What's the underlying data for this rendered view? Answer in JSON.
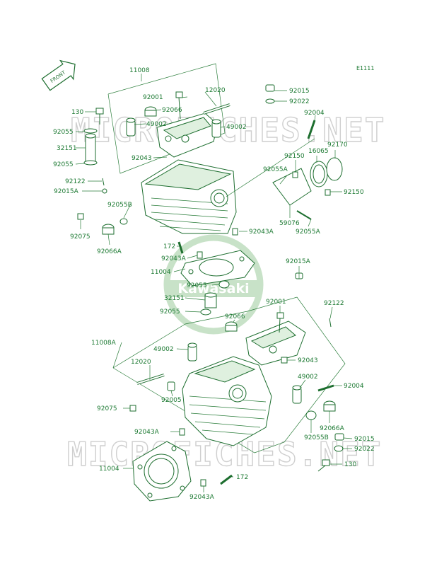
{
  "diagram": {
    "code": "E1111",
    "front_label": "FRONT",
    "brand": "Kawasaki",
    "watermark": "MICROFICHES.NET",
    "labels": {
      "l11008": "11008",
      "l12020a": "12020",
      "l92001a": "92001",
      "l92066a": "92066",
      "l130a": "130",
      "l49002a": "49002",
      "l49002b": "49002",
      "l92055a": "92055",
      "l32151a": "32151",
      "l92055b": "92055",
      "l92043a": "92043",
      "l92122a": "92122",
      "l92015Aa": "92015A",
      "l92055B": "92055B",
      "l92075a": "92075",
      "l92066A": "92066A",
      "l172a": "172",
      "l92043A1": "92043A",
      "l92043A2": "92043A",
      "l11004a": "11004",
      "l92015a": "92015",
      "l92022a": "92022",
      "l92004a": "92004",
      "l92150a": "92150",
      "l16065": "16065",
      "l92170": "92170",
      "l92055A1": "92055A",
      "l92150b": "92150",
      "l59076": "59076",
      "l92055A2": "92055A",
      "l92055c": "92055",
      "l32151b": "32151",
      "l92055d": "92055",
      "l92015A2": "92015A",
      "l92001b": "92001",
      "l92122b": "92122",
      "l92066b": "92066",
      "l11008A": "11008A",
      "l49002c": "49002",
      "l12020b": "12020",
      "l92043b": "92043",
      "l49002d": "49002",
      "l92004b": "92004",
      "l92005": "92005",
      "l92075b": "92075",
      "l92066A2": "92066A",
      "l92043A3": "92043A",
      "l92055B2": "92055B",
      "l92015b": "92015",
      "l92022b": "92022",
      "l11004b": "11004",
      "l130b": "130",
      "l172b": "172",
      "l92043A4": "92043A"
    }
  }
}
